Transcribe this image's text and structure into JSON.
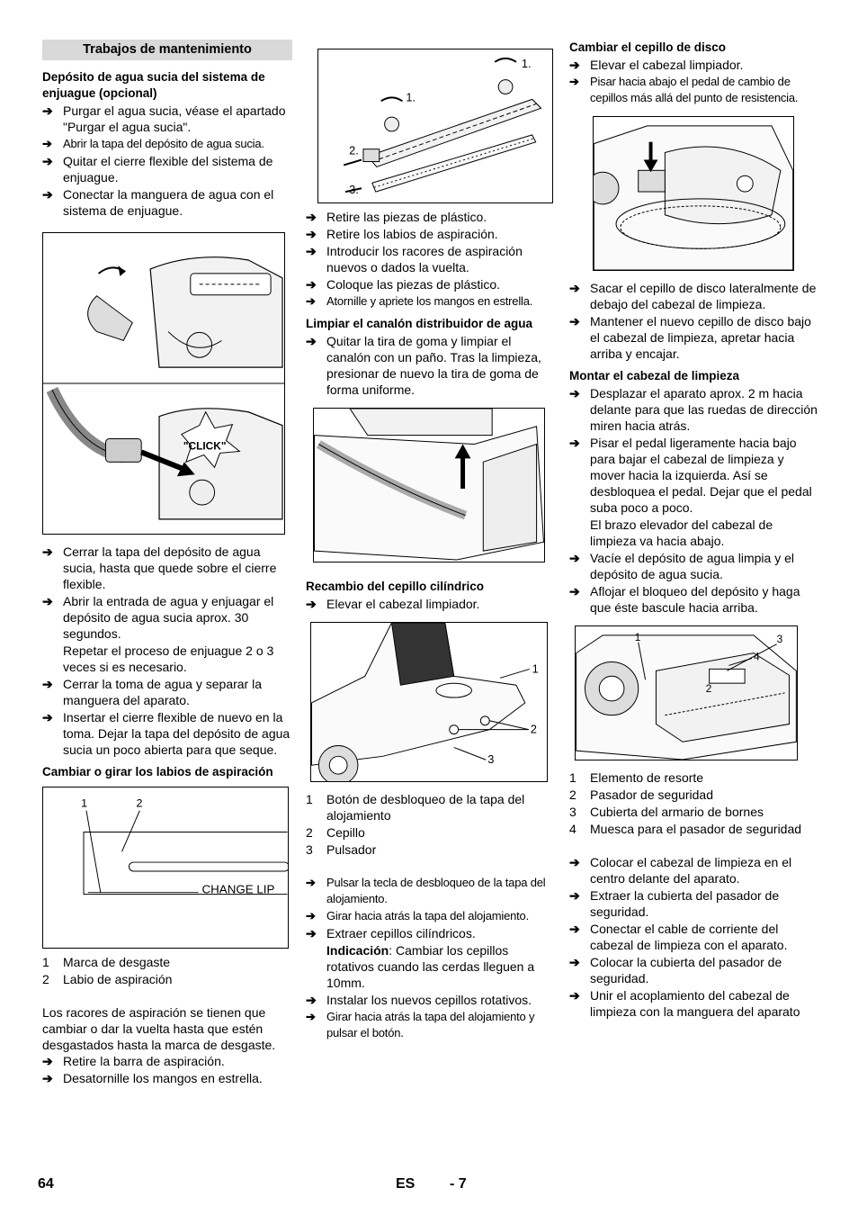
{
  "col1": {
    "section_title": "Trabajos de mantenimiento",
    "h_deposito": "Depósito de agua sucia del sistema de enjuague (opcional)",
    "steps_a": [
      "Purgar el agua sucia, véase el apartado \"Purgar el agua sucia\".",
      "Abrir la tapa del depósito de agua sucia.",
      "Quitar el cierre flexible del sistema de enjuague.",
      "Conectar la manguera de agua con el sistema de enjuague."
    ],
    "click_label": "\"CLICK\"",
    "steps_b0": "Cerrar la tapa del depósito de agua sucia, hasta que quede sobre el cierre flexible.",
    "steps_b1": "Abrir la entrada de agua y enjuagar el depósito de agua sucia aprox. 30 segundos.",
    "steps_b1_cont": "Repetar el proceso de enjuague 2 o 3 veces si es necesario.",
    "steps_b2": "Cerrar la toma de agua y separar la manguera del aparato.",
    "steps_b3": "Insertar el cierre flexible de nuevo en la toma. Dejar la tapa del depósito de agua sucia un poco abierta para que seque.",
    "h_labios": "Cambiar o girar los labios de aspiración",
    "fig_lip_labels": [
      "1",
      "2"
    ],
    "fig_lip_text": "CHANGE LIP",
    "legend_lip": [
      {
        "num": "1",
        "text": "Marca de desgaste"
      },
      {
        "num": "2",
        "text": "Labio de aspiración"
      }
    ],
    "para_racores": "Los racores de aspiración se tienen que cambiar o dar la vuelta hasta que estén desgastados hasta la marca de desgaste.",
    "steps_c": [
      "Retire la barra de aspiración.",
      "Desatornille los mangos en estrella."
    ]
  },
  "col2": {
    "fig1_labels": [
      "1.",
      "1.",
      "2.",
      "3."
    ],
    "steps_a": [
      "Retire las piezas de plástico.",
      "Retire los labios de aspiración.",
      "Introducir los racores de aspiración nuevos o dados la vuelta.",
      "Coloque las piezas de plástico.",
      "Atornille y apriete los mangos en estrella."
    ],
    "h_canalon": "Limpiar el canalón distribuidor de agua",
    "steps_b": [
      "Quitar la tira de goma y limpiar el canalón con un paño. Tras la limpieza, presionar de nuevo la tira de goma de forma uniforme."
    ],
    "h_cilindrico": "Recambio del cepillo cilíndrico",
    "steps_c": [
      "Elevar el cabezal limpiador."
    ],
    "fig3_labels": [
      "1",
      "2",
      "3"
    ],
    "legend": [
      {
        "num": "1",
        "text": "Botón de desbloqueo de la tapa del alojamiento"
      },
      {
        "num": "2",
        "text": "Cepillo"
      },
      {
        "num": "3",
        "text": "Pulsador"
      }
    ],
    "steps_d": [
      "Pulsar la tecla de desbloqueo de la tapa del alojamiento.",
      "Girar hacia atrás la tapa del alojamiento.",
      "Extraer cepillos cilíndricos."
    ],
    "indicacion_label": "Indicación",
    "indicacion_text": ": Cambiar los cepillos rotativos cuando las cerdas lleguen a 10mm.",
    "steps_e": [
      "Instalar los nuevos cepillos rotativos.",
      "Girar hacia atrás la tapa del alojamiento y pulsar el botón."
    ]
  },
  "col3": {
    "h_disco": "Cambiar el cepillo de disco",
    "steps_a": [
      "Elevar el cabezal limpiador.",
      "Pisar hacia abajo el pedal de cambio de cepillos más allá del punto de resistencia."
    ],
    "steps_b": [
      "Sacar el cepillo de disco lateralmente de debajo del cabezal de limpieza.",
      "Mantener el nuevo cepillo de disco bajo el cabezal de limpieza, apretar hacia arriba y encajar."
    ],
    "h_montar": "Montar el cabezal de limpieza",
    "steps_c0": "Desplazar el aparato aprox. 2 m hacia delante para que las ruedas de dirección miren hacia atrás.",
    "steps_c1": "Pisar el pedal ligeramente hacia bajo para bajar el cabezal de limpieza y mover hacia la izquierda.  Así se desbloquea el pedal. Dejar que el pedal suba poco a poco.",
    "steps_c1_cont": "El brazo elevador del cabezal de limpieza va hacia abajo.",
    "steps_c2": "Vacíe el depósito de agua limpia y el depósito de agua sucia.",
    "steps_c3": "Aflojar el bloqueo del depósito y haga que éste bascule hacia arriba.",
    "fig_labels": [
      "1",
      "3",
      "4",
      "2"
    ],
    "legend": [
      {
        "num": "1",
        "text": "Elemento de resorte"
      },
      {
        "num": "2",
        "text": "Pasador de seguridad"
      },
      {
        "num": "3",
        "text": "Cubierta del armario de bornes"
      },
      {
        "num": "4",
        "text": "Muesca para el pasador de seguridad"
      }
    ],
    "steps_d": [
      "Colocar el cabezal de limpieza en el centro delante del aparato.",
      "Extraer la cubierta del pasador de seguridad.",
      "Conectar el cable de corriente del cabezal de limpieza con el aparato.",
      "Colocar la cubierta del pasador de seguridad.",
      "Unir el acoplamiento del cabezal de limpieza con la manguera del aparato"
    ]
  },
  "footer": {
    "page": "64",
    "lang": "ES",
    "sub": "- 7"
  },
  "arrow_glyph": "➔"
}
